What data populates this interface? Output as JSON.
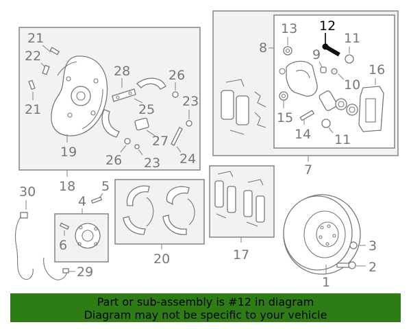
{
  "highlighted_part": "12",
  "highlight_color": "#000000",
  "banner": {
    "background": "#2e7d14",
    "line1": "Part or sub-assembly is #12 in diagram",
    "line2": "Diagram may not be specific to your vehicle"
  },
  "groups": {
    "parking_brake_group": "18",
    "caliper_group": "7",
    "parking_shoe_group": "20",
    "pad_kit_group": "17",
    "hub_group": "4"
  },
  "callouts": {
    "c1": "1",
    "c2": "2",
    "c3": "3",
    "c5": "5",
    "c6": "6",
    "c8": "8",
    "c9": "9",
    "c10": "10",
    "c11a": "11",
    "c11b": "11",
    "c12": "12",
    "c13": "13",
    "c14": "14",
    "c15": "15",
    "c16": "16",
    "c19": "19",
    "c21a": "21",
    "c21b": "21",
    "c22": "22",
    "c23a": "23",
    "c23b": "23",
    "c24": "24",
    "c25": "25",
    "c26a": "26",
    "c26b": "26",
    "c27": "27",
    "c28": "28",
    "c29": "29",
    "c30": "30"
  }
}
